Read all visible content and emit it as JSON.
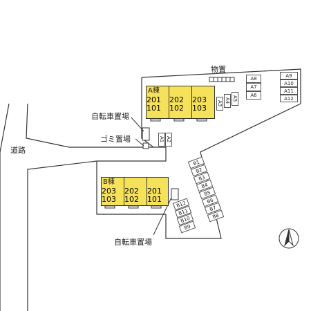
{
  "labels": {
    "storage": "物置",
    "bicycle_top": "自転車置場",
    "garbage": "ゴミ置場",
    "road": "道路",
    "bicycle_bottom": "自転車置場"
  },
  "building_a": {
    "name": "A棟",
    "units": [
      [
        "201",
        "101"
      ],
      [
        "202",
        "102"
      ],
      [
        "203",
        "103"
      ]
    ]
  },
  "building_b": {
    "name": "B棟",
    "units": [
      [
        "203",
        "103"
      ],
      [
        "202",
        "102"
      ],
      [
        "201",
        "101"
      ]
    ]
  },
  "parking_a": {
    "center": [
      "A1",
      "A2"
    ],
    "row_vertical": [
      "A3",
      "A4",
      "A5"
    ],
    "stack_1": [
      "A8",
      "A7",
      "A6"
    ],
    "stack_2": [
      "A9",
      "A10",
      "A11",
      "A12"
    ]
  },
  "parking_b": {
    "diagonal": [
      "B1",
      "B2",
      "B3",
      "B4",
      "B5",
      "B6",
      "B7",
      "B8"
    ],
    "small": [
      "B12",
      "B11",
      "B10",
      "B9"
    ]
  },
  "colors": {
    "building": "#f5e15a",
    "line": "#333333"
  }
}
